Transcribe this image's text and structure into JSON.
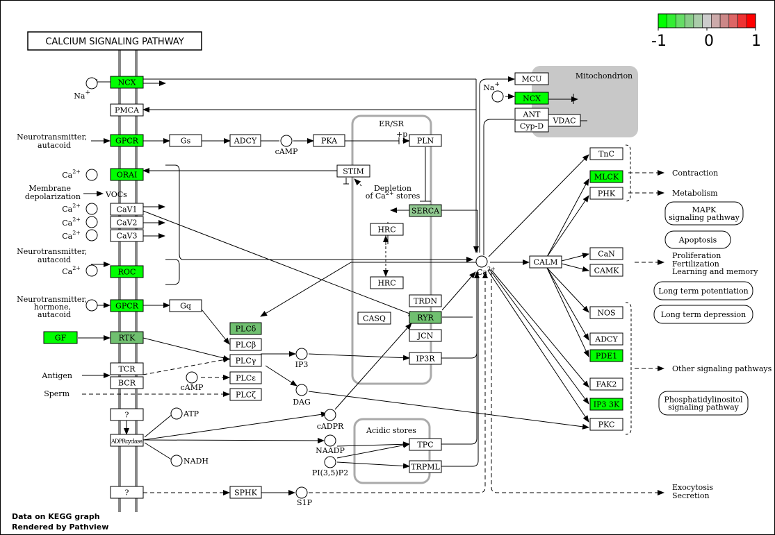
{
  "title": "CALCIUM SIGNALING PATHWAY",
  "footer": [
    "Data on KEGG graph",
    "Rendered by Pathview"
  ],
  "legend": {
    "min": "-1",
    "mid": "0",
    "max": "1",
    "colors": [
      "#00ff00",
      "#33ee33",
      "#66dd66",
      "#88cc88",
      "#aaccaa",
      "#cccccc",
      "#ccaaaa",
      "#cc8888",
      "#dd6666",
      "#ee3333",
      "#ff0000"
    ]
  },
  "colors": {
    "green": "#00ff00",
    "mid_green": "#70c070",
    "pale_green": "#90c890",
    "gray_region": "#c8c8c8"
  },
  "regions": {
    "er": "ER/SR",
    "mito": "Mitochondrion",
    "acidic": "Acidic stores"
  },
  "nodes": {
    "ncx1": "NCX",
    "pmca": "PMCA",
    "gpcr1": "GPCR",
    "gs": "Gs",
    "adcy1": "ADCY",
    "pka": "PKA",
    "pln": "PLN",
    "orai": "ORAI",
    "stim": "STIM",
    "cav1": "CaV1",
    "cav2": "CaV2",
    "cav3": "CaV3",
    "serca": "SERCA",
    "hrc1": "HRC",
    "roc": "ROC",
    "hrc2": "HRC",
    "trdn": "TRDN",
    "gpcr2": "GPCR",
    "gq": "Gq",
    "casq": "CASQ",
    "ryr": "RYR",
    "jcn": "JCN",
    "plcd": "PLCδ",
    "gf": "GF",
    "rtk": "RTK",
    "plcb": "PLCβ",
    "plcg": "PLCγ",
    "ip3r": "IP3R",
    "tcr": "TCR",
    "bcr": "BCR",
    "plce": "PLCε",
    "plcz": "PLCζ",
    "q1": "?",
    "adpr": "ADPRcyclase",
    "tpc": "TPC",
    "trpml": "TRPML",
    "q2": "?",
    "sphk": "SPHK",
    "mcu": "MCU",
    "ncx2": "NCX",
    "ant": "ANT",
    "cypd": "Cyp-D",
    "vdac": "VDAC",
    "tnc": "TnC",
    "mlck": "MLCK",
    "phk": "PHK",
    "calm": "CALM",
    "can": "CaN",
    "camk": "CAMK",
    "nos": "NOS",
    "adcy2": "ADCY",
    "pde1": "PDE1",
    "fak2": "FAK2",
    "ip33k": "IP3 3K",
    "pkc": "PKC"
  },
  "pathways": {
    "mapk": [
      "MAPK",
      "signaling pathway"
    ],
    "apoptosis": [
      "Apoptosis"
    ],
    "ltp": [
      "Long term potentiation"
    ],
    "ltd": [
      "Long term depression"
    ],
    "pi": [
      "Phosphatidylinositol",
      "signaling pathway"
    ]
  },
  "labels": {
    "na1": "Na",
    "na1sup": "+",
    "na2": "Na",
    "na2sup": "+",
    "ca_orai": "Ca",
    "ca_cav1": "Ca",
    "ca_cav2": "Ca",
    "ca_cav3": "Ca",
    "ca_roc": "Ca",
    "casup": "2+",
    "ca_center": "Ca",
    "ca_center_sup": "2+",
    "nt1a": "Neurotransmitter,",
    "nt1b": "autacoid",
    "md1": "Membrane",
    "md2": "depolarization",
    "vocs": "VOCs",
    "nt2a": "Neurotransmitter,",
    "nt2b": "autacoid",
    "nt3a": "Neurotransmitter,",
    "nt3b": "hormone,",
    "nt3c": "autacoid",
    "antigen": "Antigen",
    "sperm": "Sperm",
    "camp1": "cAMP",
    "camp2": "cAMP",
    "ip3": "IP3",
    "dag": "DAG",
    "cadpr": "cADPR",
    "naadp": "NAADP",
    "pip": "PI(3,5)P2",
    "atp": "ATP",
    "nadh": "NADH",
    "s1p": "S1P",
    "plus_p": "+p",
    "dep1": "Depletion",
    "dep2": "of Ca",
    "dep2sup": "2+",
    "dep3": " stores",
    "contraction": "Contraction",
    "metabolism": "Metabolism",
    "prolif": "Proliferation",
    "fert": "Fertilization",
    "learn": "Learning and memory",
    "other": "Other signaling pathways",
    "exo": "Exocytosis",
    "secr": "Secretion"
  }
}
